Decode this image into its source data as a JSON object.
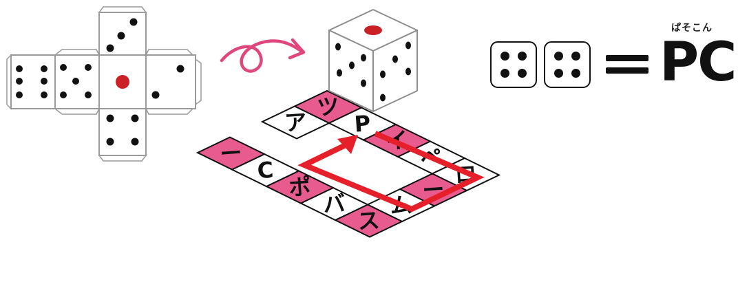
{
  "board": {
    "cells": [
      {
        "text": "ツ",
        "color": "pink"
      },
      {
        "text": "P",
        "color": "white"
      },
      {
        "text": "イ",
        "color": "pink"
      },
      {
        "text": "ペ",
        "color": "white"
      },
      {
        "text": "ロ",
        "color": "white"
      },
      {
        "text": "ー",
        "color": "pink"
      },
      {
        "text": "ム",
        "color": "white"
      },
      {
        "text": "ス",
        "color": "pink"
      },
      {
        "text": "バ",
        "color": "white"
      },
      {
        "text": "ポ",
        "color": "pink"
      },
      {
        "text": "C",
        "color": "white"
      },
      {
        "text": "ー",
        "color": "pink"
      },
      {
        "text": "ア",
        "color": "white"
      }
    ]
  },
  "equation": {
    "dice_value": 4,
    "ruby": "ぱそこん",
    "result": "PC"
  },
  "colors": {
    "pink": "#e75b8f",
    "red": "#e5202a",
    "arrow_pink": "#e0467e",
    "pip_red": "#cc2027"
  }
}
